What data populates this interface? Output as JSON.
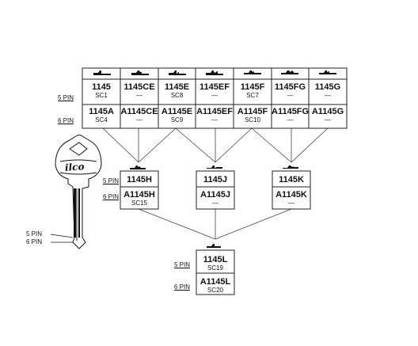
{
  "row_labels": {
    "five_pin": "5 PIN",
    "six_pin": "6 PIN"
  },
  "key": {
    "brand": "ilco",
    "pin5_label": "5 PIN",
    "pin6_label": "6 PIN"
  },
  "top_table": {
    "columns": [
      {
        "code5": "1145",
        "sub5": "SC1",
        "code6": "1145A",
        "sub6": "SC4"
      },
      {
        "code5": "1145CE",
        "sub5": "—",
        "code6": "A1145CE",
        "sub6": "—"
      },
      {
        "code5": "1145E",
        "sub5": "SC8",
        "code6": "A1145E",
        "sub6": "SC9"
      },
      {
        "code5": "1145EF",
        "sub5": "—",
        "code6": "A1145EF",
        "sub6": "—"
      },
      {
        "code5": "1145F",
        "sub5": "SC7",
        "code6": "A1145F",
        "sub6": "SC10"
      },
      {
        "code5": "1145FG",
        "sub5": "—",
        "code6": "A1145FG",
        "sub6": "—"
      },
      {
        "code5": "1145G",
        "sub5": "—",
        "code6": "A1145G",
        "sub6": "—"
      }
    ]
  },
  "middle_boxes": [
    {
      "code5": "1145H",
      "sub5": "",
      "code6": "A1145H",
      "sub6": "SC15"
    },
    {
      "code5": "1145J",
      "sub5": "",
      "code6": "A1145J",
      "sub6": "—"
    },
    {
      "code5": "1145K",
      "sub5": "",
      "code6": "A1145K",
      "sub6": "—"
    }
  ],
  "bottom_box": {
    "code5": "1145L",
    "sub5": "SC19",
    "code6": "A1145L",
    "sub6": "SC20"
  }
}
